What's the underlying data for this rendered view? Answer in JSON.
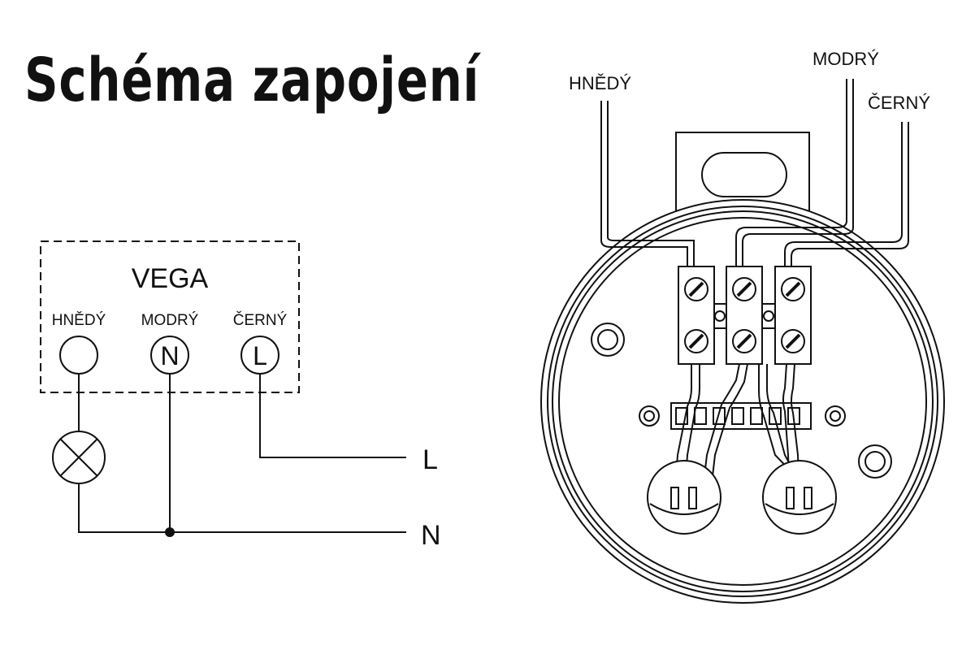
{
  "title": "Schéma zapojení",
  "schematic": {
    "device_label": "VEGA",
    "terminals": [
      {
        "label": "HNĚDÝ",
        "symbol": ""
      },
      {
        "label": "MODRÝ",
        "symbol": "N"
      },
      {
        "label": "ČERNÝ",
        "symbol": "L"
      }
    ],
    "line_labels": {
      "live": "L",
      "neutral": "N"
    }
  },
  "drawing": {
    "wire_labels": {
      "brown": "HNĚDÝ",
      "blue": "MODRÝ",
      "black": "ČERNÝ"
    }
  },
  "colors": {
    "ink": "#111111",
    "background": "#ffffff"
  }
}
